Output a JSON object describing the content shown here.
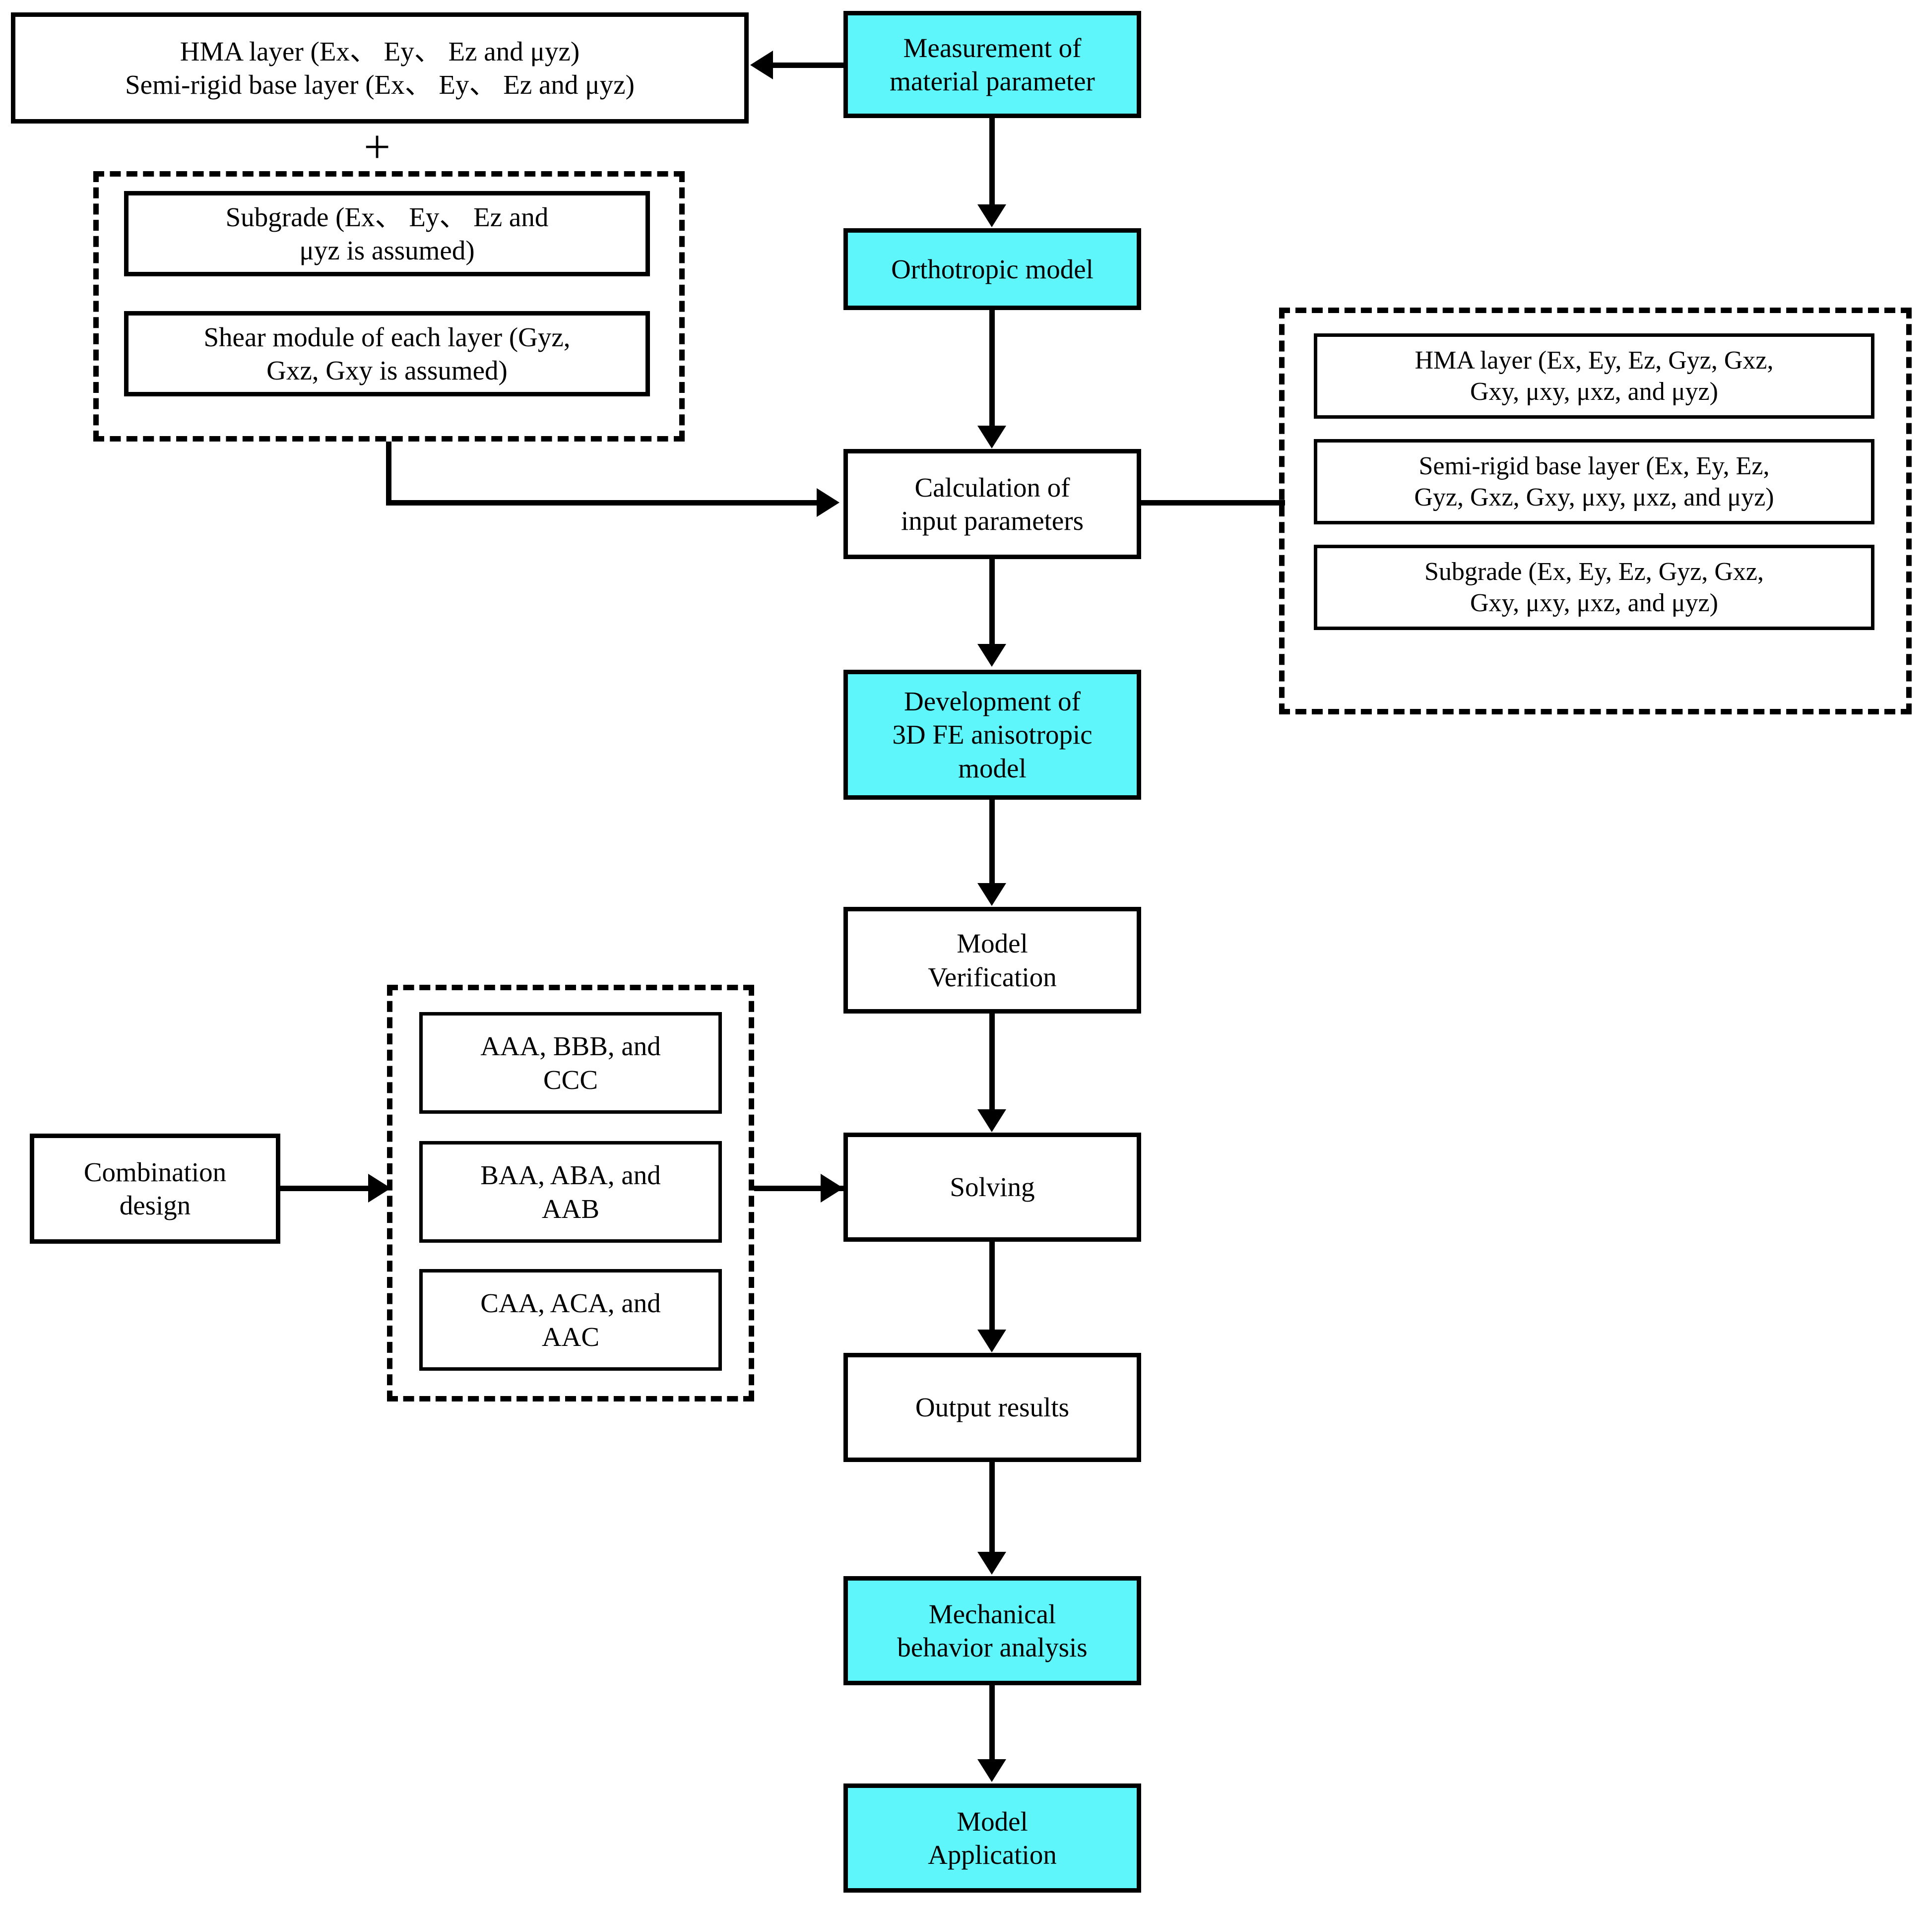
{
  "diagram": {
    "title": "3D FE anisotropic pavement model development flowchart",
    "accent_color": "#5FF6FB",
    "line_color": "#000000",
    "background_color": "#FFFFFF"
  },
  "nodes": {
    "measured_material_params": "HMA layer (Ex、 Ey、 Ez and μyz)\nSemi-rigid base layer (Ex、 Ey、 Ez and μyz)",
    "assumed_subgrade": "Subgrade (Ex、 Ey、 Ez and\nμyz  is assumed)",
    "assumed_shear": "Shear module of each layer (Gyz,\nGxz, Gxy is assumed)",
    "plus_sign": "+",
    "measurement": "Measurement of\nmaterial parameter",
    "orthotropic_model": "Orthotropic model",
    "calculation": "Calculation of\ninput parameters",
    "development": "Development of\n3D FE anisotropic\nmodel",
    "model_verification": "Model\nVerification",
    "solving": "Solving",
    "output_results": "Output results",
    "mechanical_behavior": "Mechanical\nbehavior analysis",
    "model_application": "Model\nApplication",
    "combination_design": "Combination\ndesign",
    "input_hma": "HMA layer (Ex, Ey, Ez, Gyz, Gxz,\nGxy,  μxy, μxz, and μyz)",
    "input_semirigid": "Semi-rigid base layer (Ex, Ey, Ez,\nGyz, Gxz, Gxy,  μxy, μxz, and μyz)",
    "input_subgrade": "Subgrade (Ex, Ey, Ez, Gyz, Gxz,\nGxy,  μxy, μxz, and μyz)",
    "combo_1": "AAA, BBB, and\nCCC",
    "combo_2": "BAA, ABA, and\nAAB",
    "combo_3": "CAA, ACA, and\nAAC"
  }
}
